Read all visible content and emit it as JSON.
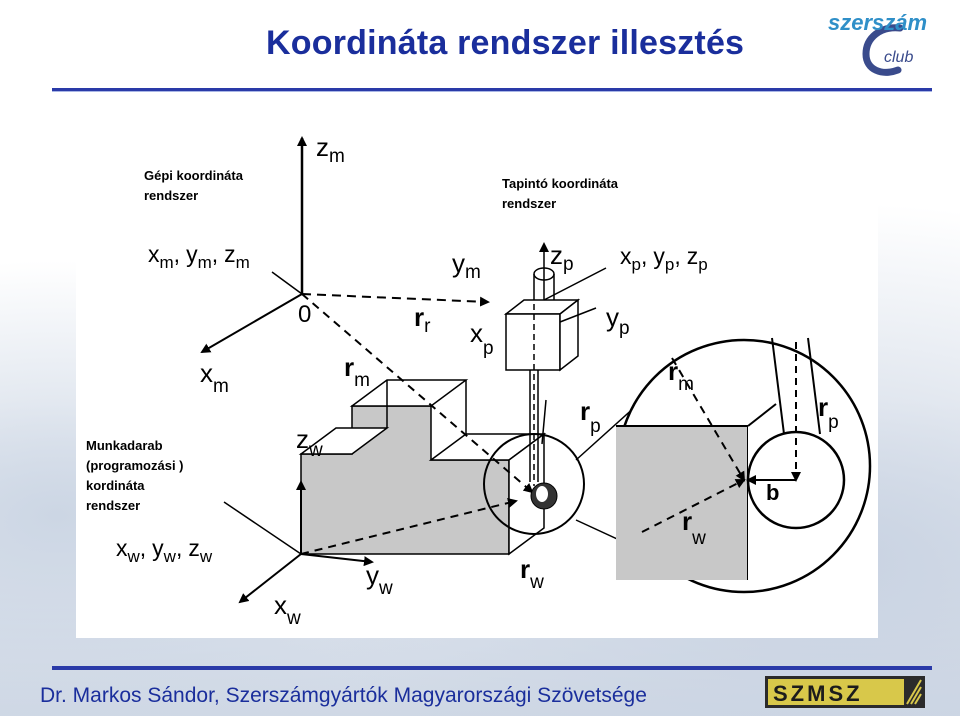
{
  "title": "Koordináta rendszer illesztés",
  "logo_text_1": "szerszám",
  "logo_text_2": "club",
  "footer_text": "Dr. Markos Sándor, Szerszámgyártók Magyarországi Szövetsége",
  "footer_logo_text": "SZMSZ",
  "colors": {
    "title": "#1a2e9c",
    "rule": "#2a3aa8",
    "part_fill": "#c8c8c8"
  },
  "diagram": {
    "machine_caption_1": "Gépi koordináta",
    "machine_caption_2": "rendszer",
    "probe_caption_1": "Tapintó koordináta",
    "probe_caption_2": "rendszer",
    "work_caption_1": "Munkadarab",
    "work_caption_2": "(programozási )",
    "work_caption_3": "kordináta",
    "work_caption_4": "rendszer",
    "origin": "0",
    "labels": {
      "zm": "z",
      "zm_sub": "m",
      "ym": "y",
      "ym_sub": "m",
      "xm": "x",
      "xm_sub": "m",
      "rr": "r",
      "rr_sub": "r",
      "rm": "r",
      "rm_sub": "m",
      "zp": "z",
      "zp_sub": "p",
      "yp": "y",
      "yp_sub": "p",
      "xp": "x",
      "xp_sub": "p",
      "rp": "r",
      "rp_sub": "p",
      "zw": "z",
      "zw_sub": "w",
      "yw": "y",
      "yw_sub": "w",
      "xw": "x",
      "xw_sub": "w",
      "rw": "r",
      "rw_sub": "w",
      "zoom_rm": "r",
      "zoom_rm_sub": "m",
      "zoom_rp": "r",
      "zoom_rp_sub": "p",
      "zoom_rw": "r",
      "zoom_rw_sub": "w",
      "b": "b"
    },
    "machine_list": {
      "x": "x",
      "xs": "m",
      "y": "y",
      "ys": "m",
      "z": "z",
      "zs": "m",
      "sep": ","
    },
    "probe_list": {
      "x": "x",
      "xs": "p",
      "y": "y",
      "ys": "p",
      "z": "z",
      "zs": "p",
      "sep": ","
    },
    "work_list": {
      "x": "x",
      "xs": "w",
      "y": "y",
      "ys": "w",
      "z": "z",
      "zs": "w",
      "sep": ","
    }
  }
}
